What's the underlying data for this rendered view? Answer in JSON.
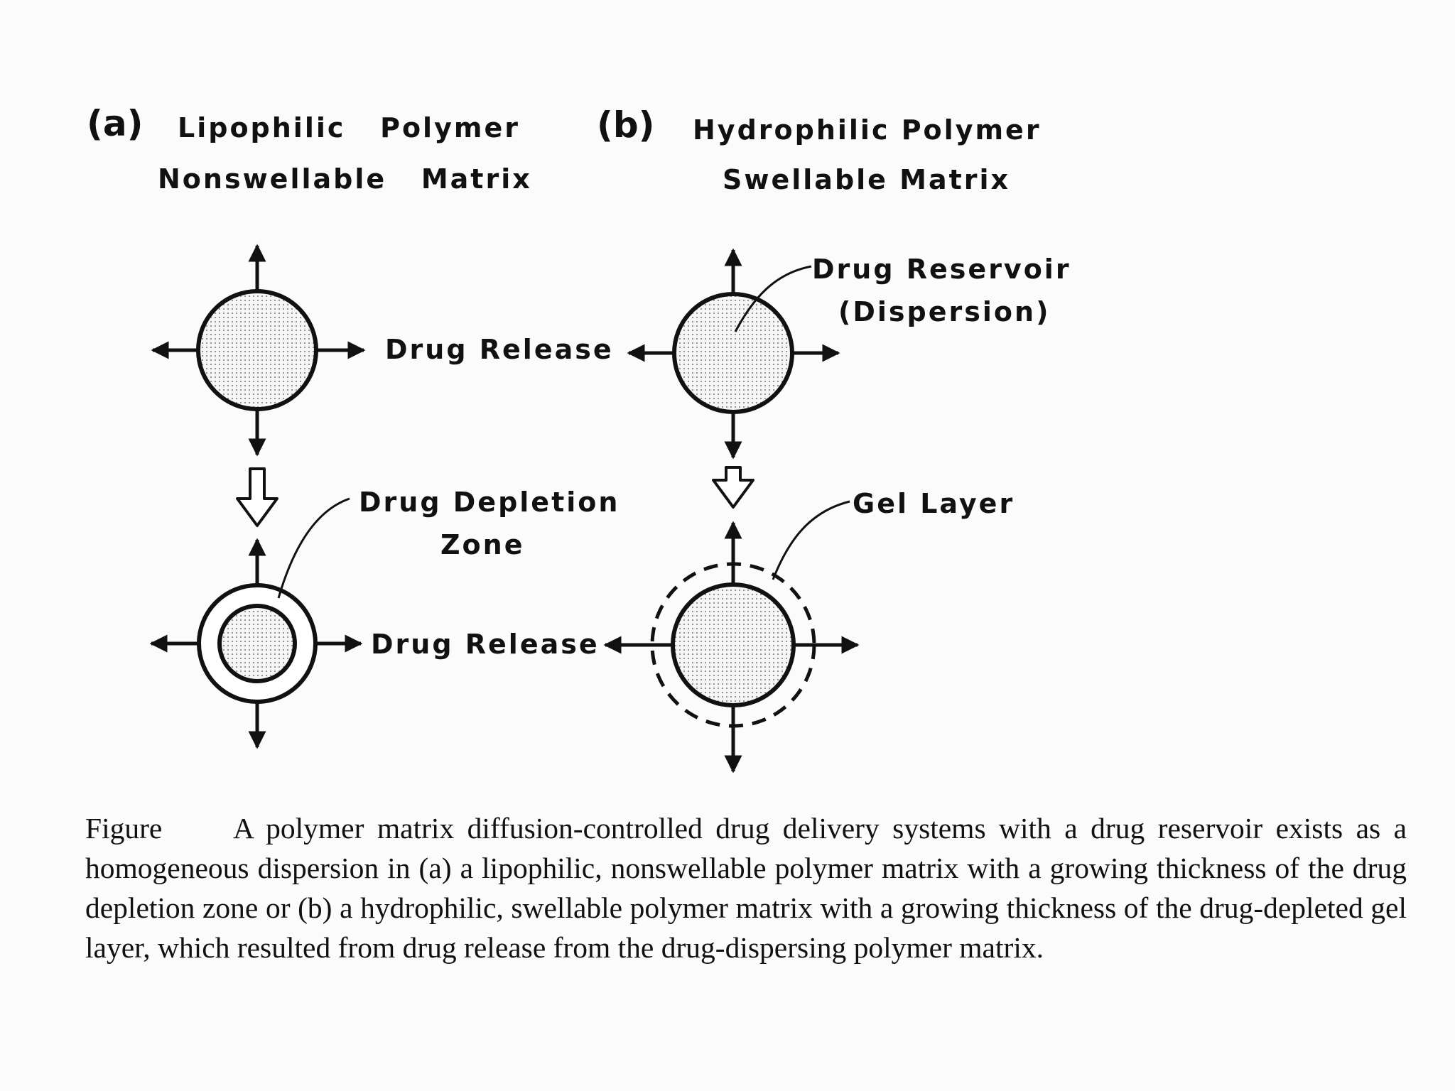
{
  "panel_a": {
    "letter": "(a)",
    "title_line1": "Lipophilic   Polymer",
    "title_line2": "Nonswellable   Matrix",
    "label_release_top": "Drug Release",
    "label_depletion_1": "Drug Depletion",
    "label_depletion_2": "Zone",
    "label_release_bottom": "Drug Release"
  },
  "panel_b": {
    "letter": "(b)",
    "title_line1": "Hydrophilic Polymer",
    "title_line2": "Swellable Matrix",
    "label_reservoir_1": "Drug Reservoir",
    "label_reservoir_2": "(Dispersion)",
    "label_gel": "Gel Layer"
  },
  "caption": {
    "label": "Figure",
    "text": "A polymer matrix diffusion-controlled drug delivery systems with a drug reservoir exists as a homogeneous dispersion in (a) a lipophilic, nonswellable polymer matrix with a growing thickness of the drug depletion zone or (b) a hydrophilic, swellable polymer matrix with a growing thickness of the drug-depleted gel layer, which resulted from drug release from the drug-dispersing polymer matrix."
  },
  "colors": {
    "ink": "#111111",
    "stipple": "#8a8a8a",
    "background": "#fbfbfb"
  }
}
